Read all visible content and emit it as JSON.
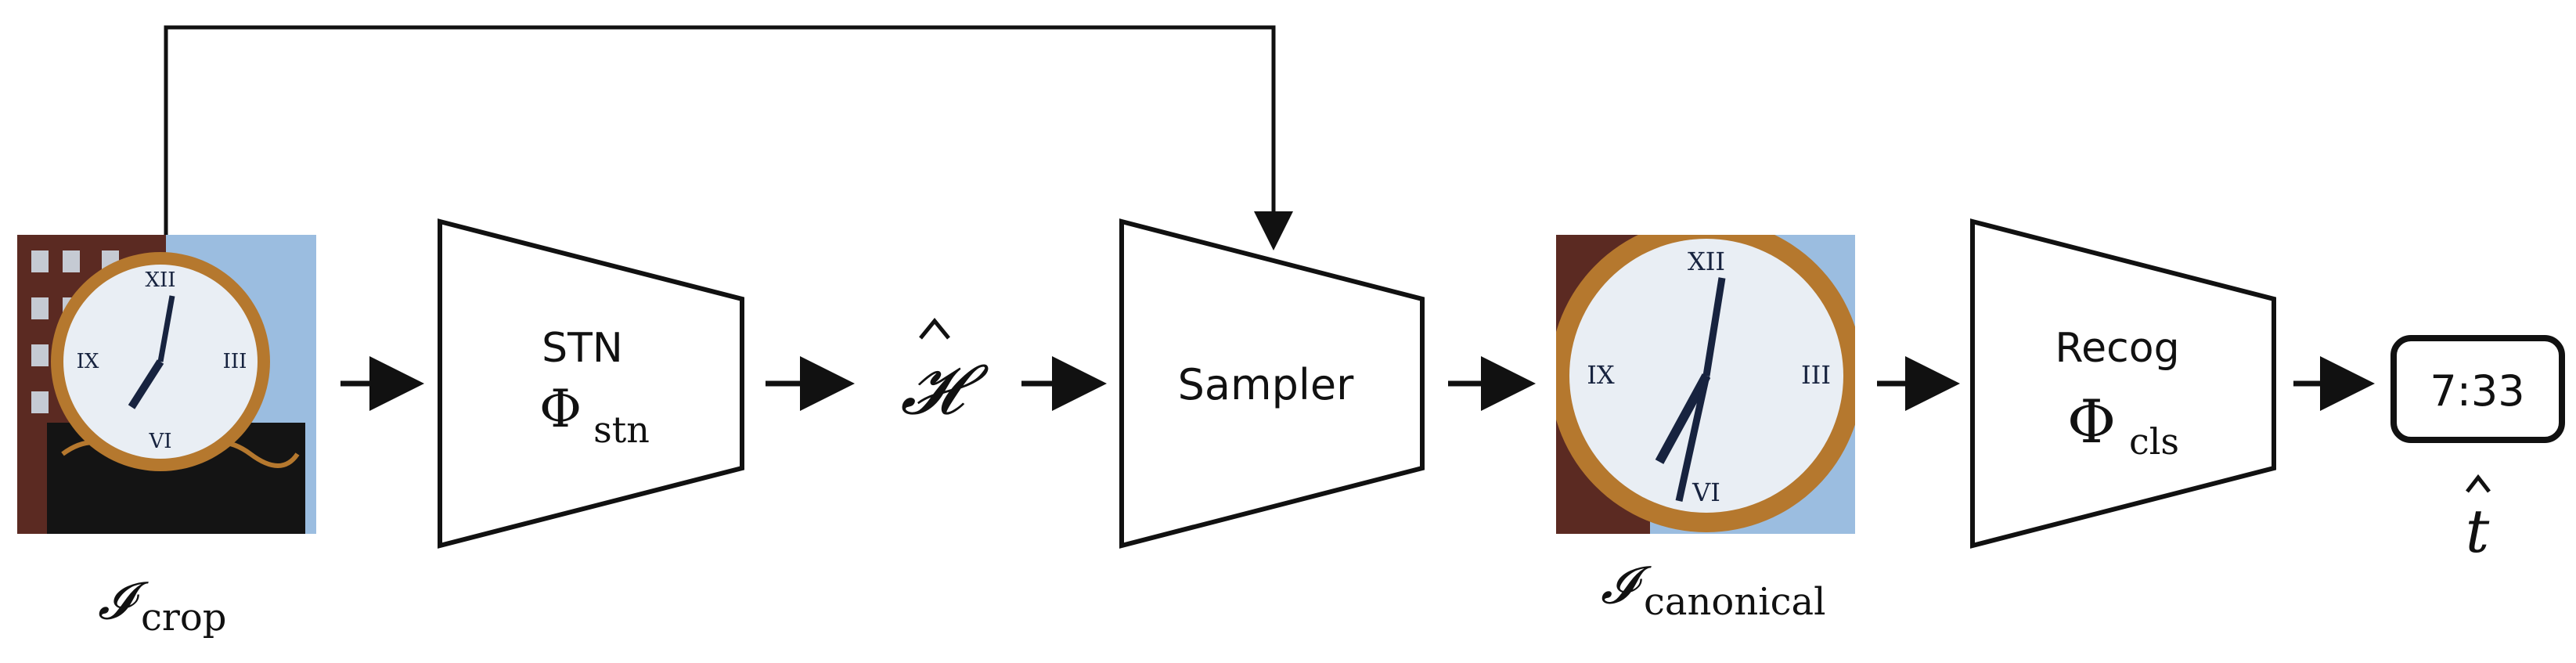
{
  "colors": {
    "stroke": "#111111",
    "sky": "#9bbde0",
    "brick": "#5b2a22",
    "dial": "#e9eef4",
    "bezel": "#b5782e",
    "hands": "#17233f"
  },
  "icons": [
    "clock-photo-crop",
    "clock-photo-canonical"
  ],
  "nodes": {
    "input_label": "𝓘",
    "input_sub": "crop",
    "stn_title": "STN",
    "stn_symbol": "Φ",
    "stn_sub": "stn",
    "homography_label": "𝓗",
    "sampler_title": "Sampler",
    "canonical_label": "𝓘",
    "canonical_sub": "canonical",
    "recog_title": "Recog",
    "recog_symbol": "Φ",
    "recog_sub": "cls",
    "output_value": "7:33",
    "output_label": "t"
  }
}
